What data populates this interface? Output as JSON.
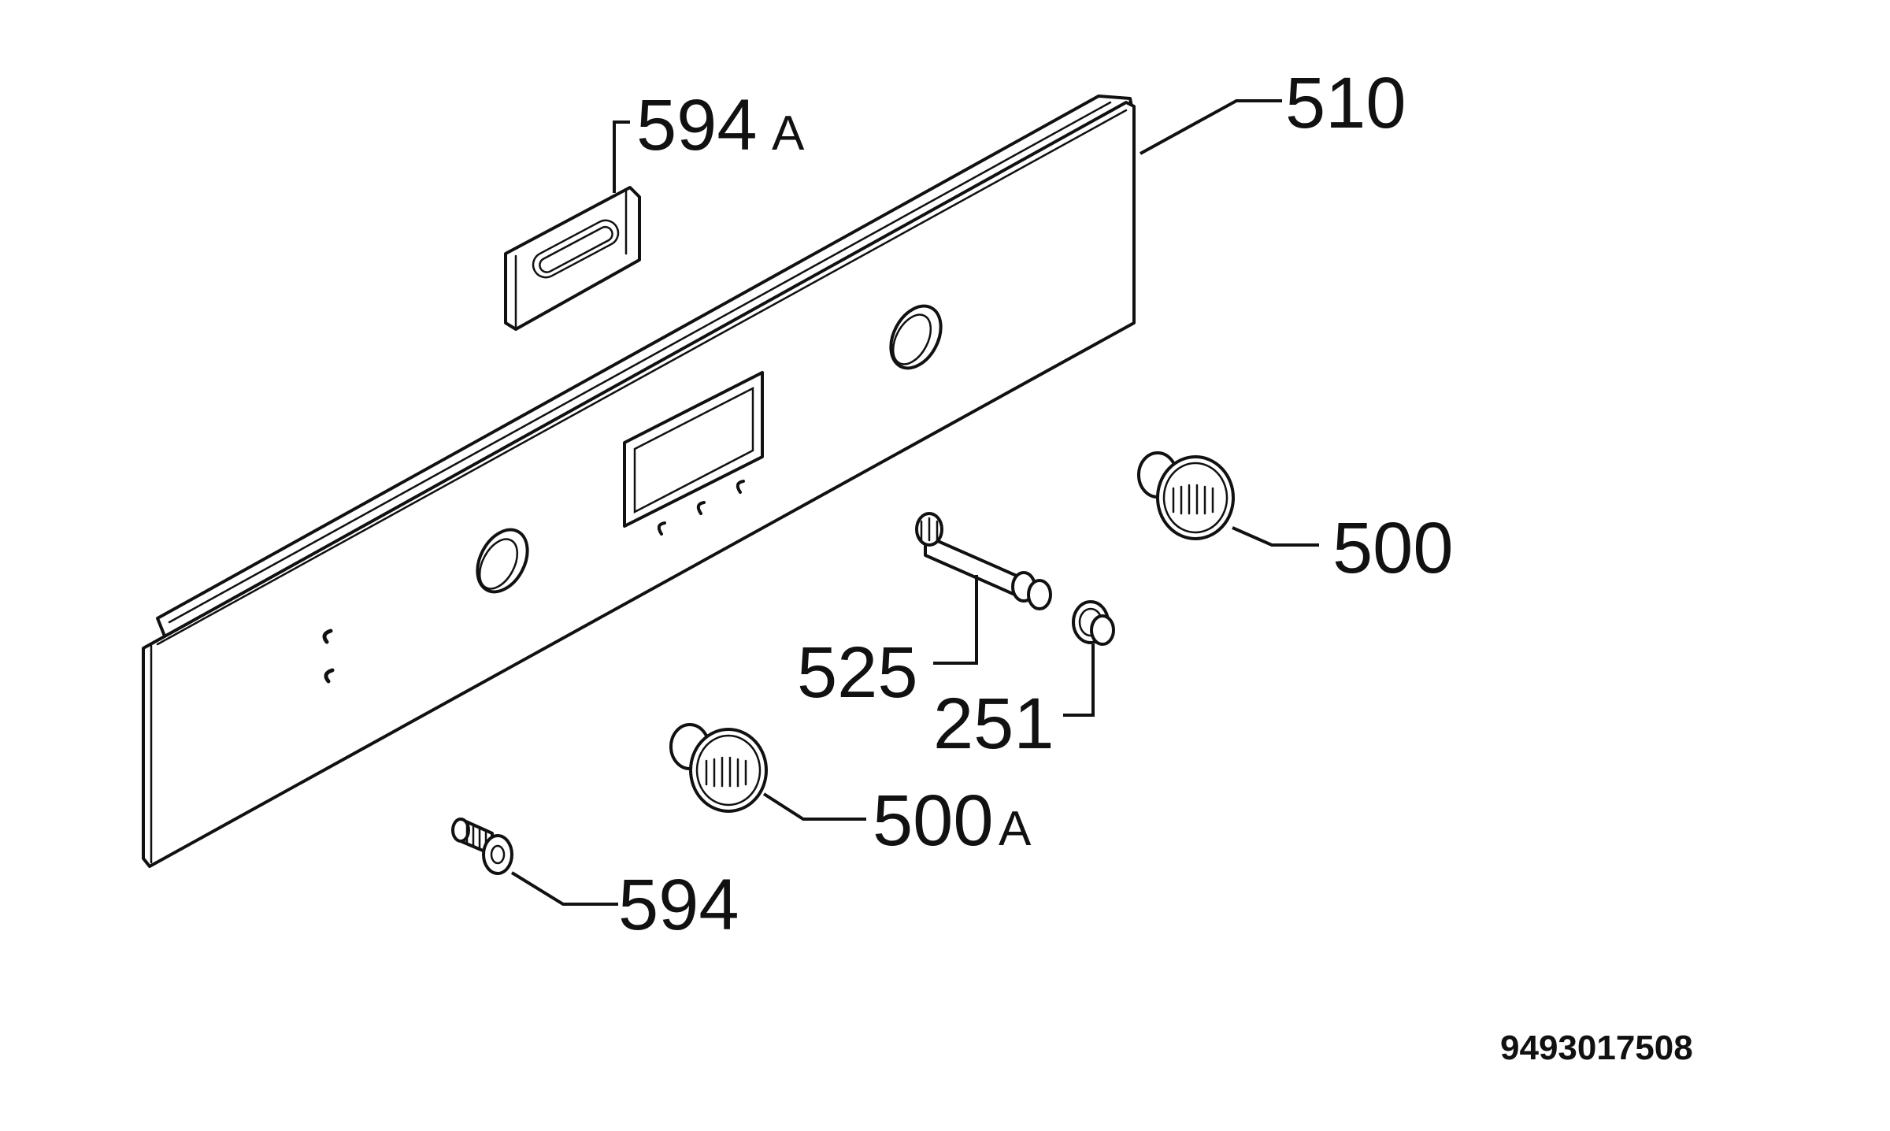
{
  "diagram": {
    "parts": [
      {
        "id": "part-510",
        "number": "510",
        "suffix": ""
      },
      {
        "id": "part-594a",
        "number": "594",
        "suffix": "A"
      },
      {
        "id": "part-500",
        "number": "500",
        "suffix": ""
      },
      {
        "id": "part-525",
        "number": "525",
        "suffix": ""
      },
      {
        "id": "part-251",
        "number": "251",
        "suffix": ""
      },
      {
        "id": "part-500a",
        "number": "500",
        "suffix": "A"
      },
      {
        "id": "part-594",
        "number": "594",
        "suffix": ""
      }
    ],
    "document_number": "9493017508"
  }
}
